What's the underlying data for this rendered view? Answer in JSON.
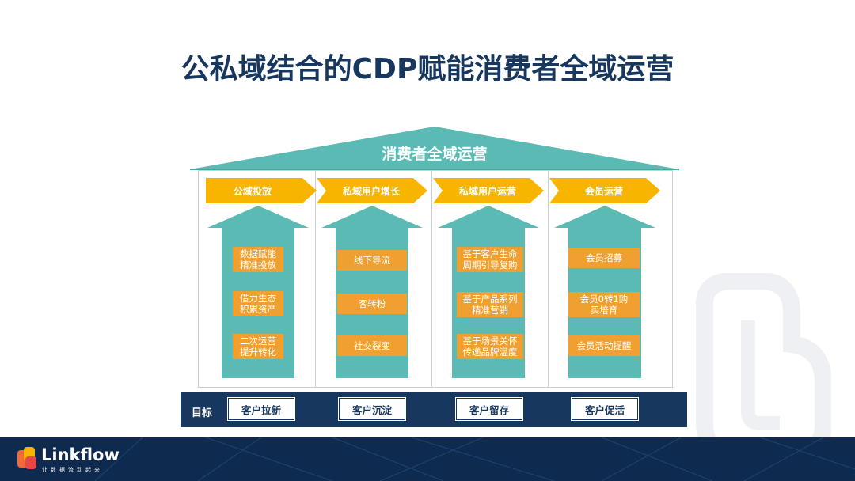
{
  "title": "公私域结合的CDP赋能消费者全域运营",
  "roof_label": "消费者全域运营",
  "colors": {
    "teal": "#5bbab3",
    "gold": "#f7b500",
    "orange": "#f0a030",
    "navy": "#17375e"
  },
  "columns": [
    {
      "header": "公域投放",
      "items": [
        "数据赋能\n精准投放",
        "借力生态\n积累资产",
        "二次运营\n提升转化"
      ]
    },
    {
      "header": "私域用户增长",
      "items": [
        "线下导流",
        "客转粉",
        "社交裂变"
      ]
    },
    {
      "header": "私域用户运营",
      "items": [
        "基于客户生命\n周期引导复购",
        "基于产品系列\n精准营销",
        "基于场景关怀\n传递品牌温度"
      ]
    },
    {
      "header": "会员运营",
      "items": [
        "会员招募",
        "会员0转1购\n买培育",
        "会员活动提醒"
      ]
    }
  ],
  "goal": {
    "label": "目标",
    "items": [
      "客户拉新",
      "客户沉淀",
      "客户留存",
      "客户促活"
    ]
  },
  "brand": {
    "name": "Linkflow",
    "tagline": "让数据流动起来"
  }
}
